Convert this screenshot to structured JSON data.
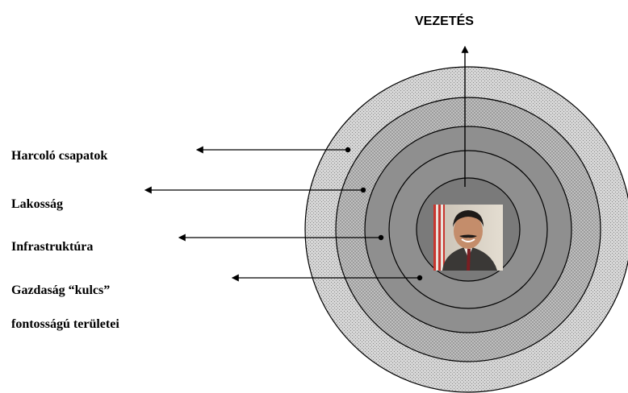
{
  "title": "VEZETÉS",
  "rings": [
    {
      "label": "Harcoló csapatok"
    },
    {
      "label": "Lakosság"
    },
    {
      "label": "Infrastruktúra"
    },
    {
      "label": "Gazdaság “kulcs”",
      "label_line2": "fontosságú területei"
    }
  ],
  "center": {
    "image": "leader-portrait"
  }
}
